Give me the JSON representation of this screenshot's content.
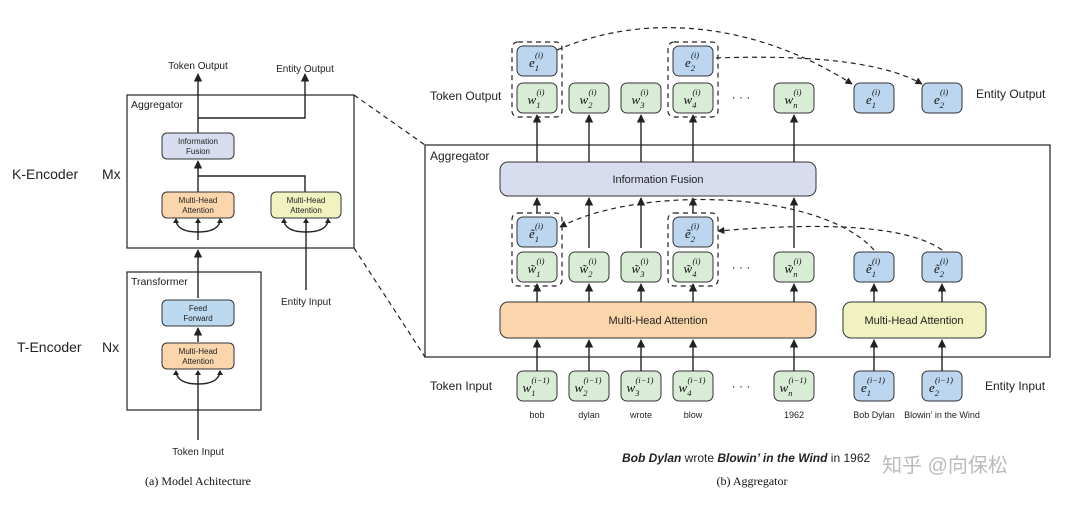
{
  "left": {
    "token_output": "Token Output",
    "entity_output": "Entity Output",
    "aggregator_label": "Aggregator",
    "k_encoder": "K-Encoder",
    "mx": "Mx",
    "information_fusion": [
      "Information",
      "Fusion"
    ],
    "mha_token": [
      "Multi-Head",
      "Attention"
    ],
    "mha_entity": [
      "Multi-Head",
      "Attention"
    ],
    "entity_input": "Entity Input",
    "transformer_label": "Transformer",
    "t_encoder": "T-Encoder",
    "nx": "Nx",
    "feed_forward": [
      "Feed",
      "Forward"
    ],
    "mha_transformer": [
      "Multi-Head",
      "Attention"
    ],
    "token_input": "Token Input",
    "caption": "(a) Model Achitecture"
  },
  "right": {
    "token_output": "Token Output",
    "entity_output": "Entity Output",
    "aggregator_label": "Aggregator",
    "information_fusion": "Information Fusion",
    "mha_token": "Multi-Head Attention",
    "mha_entity": "Multi-Head Attention",
    "token_input": "Token Input",
    "entity_input": "Entity Input",
    "ellipsis": "· · ·",
    "output_tokens": [
      {
        "sym": "w",
        "sub": "1",
        "sup": "(i)"
      },
      {
        "sym": "w",
        "sub": "2",
        "sup": "(i)"
      },
      {
        "sym": "w",
        "sub": "3",
        "sup": "(i)"
      },
      {
        "sym": "w",
        "sub": "4",
        "sup": "(i)"
      },
      {
        "sym": "w",
        "sub": "n",
        "sup": "(i)"
      }
    ],
    "output_token_entities": [
      {
        "sym": "e",
        "sub": "1",
        "sup": "(i)"
      },
      {
        "sym": "e",
        "sub": "2",
        "sup": "(i)"
      }
    ],
    "output_entities": [
      {
        "sym": "e",
        "sub": "1",
        "sup": "(i)"
      },
      {
        "sym": "e",
        "sub": "2",
        "sup": "(i)"
      }
    ],
    "mid_tokens": [
      {
        "sym": "w̃",
        "sub": "1",
        "sup": "(i)"
      },
      {
        "sym": "w̃",
        "sub": "2",
        "sup": "(i)"
      },
      {
        "sym": "w̃",
        "sub": "3",
        "sup": "(i)"
      },
      {
        "sym": "w̃",
        "sub": "4",
        "sup": "(i)"
      },
      {
        "sym": "w̃",
        "sub": "n",
        "sup": "(i)"
      }
    ],
    "mid_token_entities": [
      {
        "sym": "ẽ",
        "sub": "1",
        "sup": "(i)"
      },
      {
        "sym": "ẽ",
        "sub": "2",
        "sup": "(i)"
      }
    ],
    "mid_entities": [
      {
        "sym": "ẽ",
        "sub": "1",
        "sup": "(i)"
      },
      {
        "sym": "ẽ",
        "sub": "2",
        "sup": "(i)"
      }
    ],
    "input_tokens": [
      {
        "sym": "w",
        "sub": "1",
        "sup": "(i−1)"
      },
      {
        "sym": "w",
        "sub": "2",
        "sup": "(i−1)"
      },
      {
        "sym": "w",
        "sub": "3",
        "sup": "(i−1)"
      },
      {
        "sym": "w",
        "sub": "4",
        "sup": "(i−1)"
      },
      {
        "sym": "w",
        "sub": "n",
        "sup": "(i−1)"
      }
    ],
    "input_entities": [
      {
        "sym": "e",
        "sub": "1",
        "sup": "(i−1)"
      },
      {
        "sym": "e",
        "sub": "2",
        "sup": "(i−1)"
      }
    ],
    "token_words": [
      "bob",
      "dylan",
      "wrote",
      "blow",
      "1962"
    ],
    "entity_words": [
      "Bob Dylan",
      "Blowin’ in the Wind"
    ],
    "sentence": {
      "part1": "Bob Dylan",
      "part2": " wrote ",
      "part3": "Blowin’ in the Wind",
      "part4": " in 1962"
    },
    "caption": "(b) Aggregator"
  },
  "watermark": "知乎 @向保松",
  "colors": {
    "token_node": "#d9ecd6",
    "entity_node": "#bcd6ef",
    "fusion": "#d8dcef",
    "mha_token": "#fbd5ac",
    "mha_entity": "#f0f3c0",
    "feed_forward": "#bcd9ef"
  }
}
